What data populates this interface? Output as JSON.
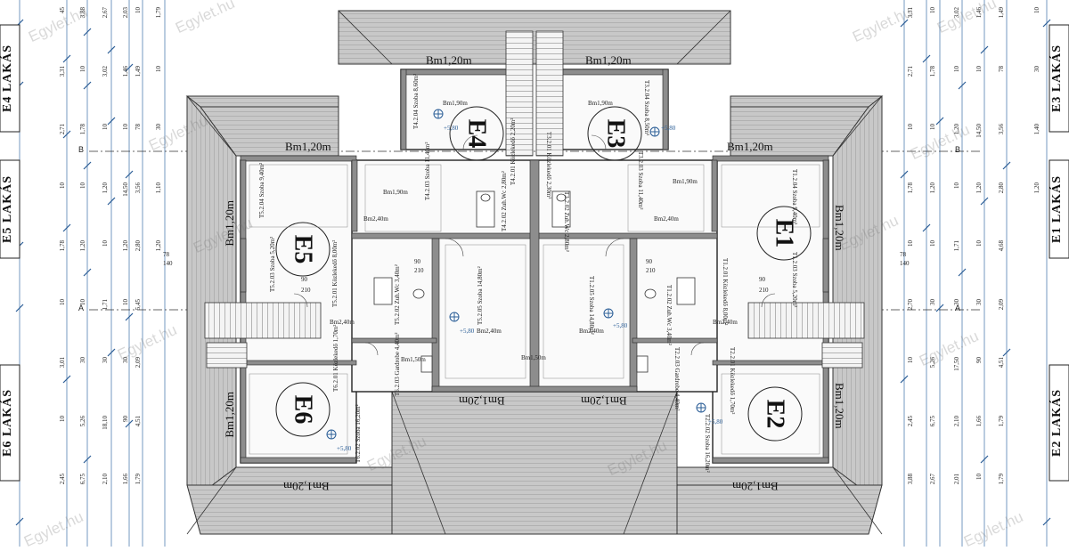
{
  "watermark": "Egylet.hu",
  "units": {
    "e1": "E1",
    "e2": "E2",
    "e3": "E3",
    "e4": "E4",
    "e5": "E5",
    "e6": "E6"
  },
  "side_labels": {
    "left_top": "E4 LAKÁS",
    "left_mid": "E5 LAKÁS",
    "left_bot": "E6 LAKÁS",
    "right_top": "E3 LAKÁS",
    "right_mid": "E1 LAKÁS",
    "right_bot": "E2 LAKÁS"
  },
  "bm_labels": {
    "top_left": "Bm1,20m",
    "top_right": "Bm1,20m",
    "upper_left": "Bm1,20m",
    "upper_right": "Bm1,20m",
    "left_mid": "Bm1,20m",
    "right_mid": "Bm1,20m",
    "left_low": "Bm1,20m",
    "right_low": "Bm1,20m",
    "bottom_left": "Bm1,20m",
    "bottom_right": "Bm1,20m",
    "center_bottom_left": "Bm1,20m",
    "center_bottom_right": "Bm1,20m"
  },
  "rooms": {
    "t4_2_04": "T4.2.04 Szoba 8,60m²",
    "t3_2_04": "T3.2.04 Szoba 8,50m²",
    "t4_2_01": "T4.2.01 Közlekedő 2,20m²",
    "t3_2_01": "T3.2.01 Közlekedő 2,30m²",
    "t4_2_03": "T4.2.03 Szoba 11,40m²",
    "t3_2_03": "T3.2.03 Szoba 11,40m²",
    "t4_2_02": "T4.2.02 Zuh.Wc 2,80m²",
    "t3_2_02": "T3.2.02 Zuh.Wc 2,80m²",
    "t5_2_04": "T5.2.04 Szoba 9,40m²",
    "t1_2_04": "T1.2.04 Szoba 9,40m²",
    "t5_2_03": "T5.2.03 Szoba 5,20m²",
    "t1_2_03": "T1.2.03 Szoba 5,20m²",
    "t5_2_01": "T5.2.01 Közlekedő 8,00m²",
    "t1_2_01": "T1.2.01 Közlekedő 8,00m²",
    "t5_2_02": "T5.2.02 Zuh.Wc 3,40m²",
    "t1_2_02": "T1.2.02 Zuh.Wc 3,40m²",
    "t5_2_05": "T5.2.05 Szoba 14,80m²",
    "t1_2_05": "T1.2.05 Szoba 14,80m²",
    "t6_2_01": "T6.2.01 Közlekedő 1,70m²",
    "t2_2_01": "T2.2.01 Közlekedő 1,70m²",
    "t6_2_03": "T6.2.03 Gardrobe 4,40m²",
    "t2_2_03": "T2.2.03 Gardrobe 4,40m²",
    "t6_2_02": "T6.2.02 Szoba 16,20m²",
    "t2_2_02": "T2.2.02 Szoba 16,20m²"
  },
  "small_bm": [
    "Bm1,90m",
    "Bm2,40m",
    "Bm1,90m",
    "Bm2,40m",
    "Bm2,40m",
    "Bm2,40m",
    "Bm2,40m",
    "Bm2,40m",
    "Bm1,50m",
    "Bm1,50m",
    "Bm1,90m",
    "Bm1,90m"
  ],
  "axis": {
    "a": "A",
    "b": "B"
  },
  "levels": [
    "+5,80",
    "+5,80",
    "+5,80",
    "+5,80",
    "+5,80",
    "+5,80"
  ],
  "dims_left": [
    "45",
    "3,31",
    "2,71",
    "10",
    "1,78",
    "10",
    "3,01",
    "10",
    "2,45",
    "3,88",
    "10",
    "1,78",
    "10",
    "1,20",
    "10",
    "30",
    "5,26",
    "6,75",
    "2,67",
    "3,02",
    "10",
    "1,20",
    "10",
    "1,71",
    "30",
    "18,10",
    "2,10",
    "2,03",
    "1,46",
    "10",
    "14,50",
    "1,20",
    "10",
    "30",
    "90",
    "1,66",
    "10",
    "1,49",
    "78",
    "3,56",
    "2,80",
    "5,45",
    "2,09",
    "4,51",
    "1,79",
    "1,79",
    "10",
    "30",
    "1,10",
    "1,20"
  ],
  "dims_right": [
    "3,31",
    "2,71",
    "10",
    "1,78",
    "10",
    "2,70",
    "10",
    "2,45",
    "3,88",
    "10",
    "1,78",
    "10",
    "1,20",
    "10",
    "30",
    "5,26",
    "6,75",
    "2,67",
    "3,02",
    "10",
    "1,20",
    "10",
    "1,71",
    "30",
    "17,50",
    "2,10",
    "2,01",
    "1,46",
    "10",
    "14,50",
    "1,20",
    "10",
    "30",
    "90",
    "1,66",
    "10",
    "1,49",
    "78",
    "3,56",
    "2,80",
    "4,68",
    "2,09",
    "4,51",
    "1,79",
    "1,79",
    "10",
    "30",
    "1,40",
    "1,20"
  ],
  "door_widths": [
    "90",
    "210",
    "90",
    "210",
    "90",
    "210",
    "90",
    "210",
    "78",
    "140",
    "78",
    "140"
  ]
}
